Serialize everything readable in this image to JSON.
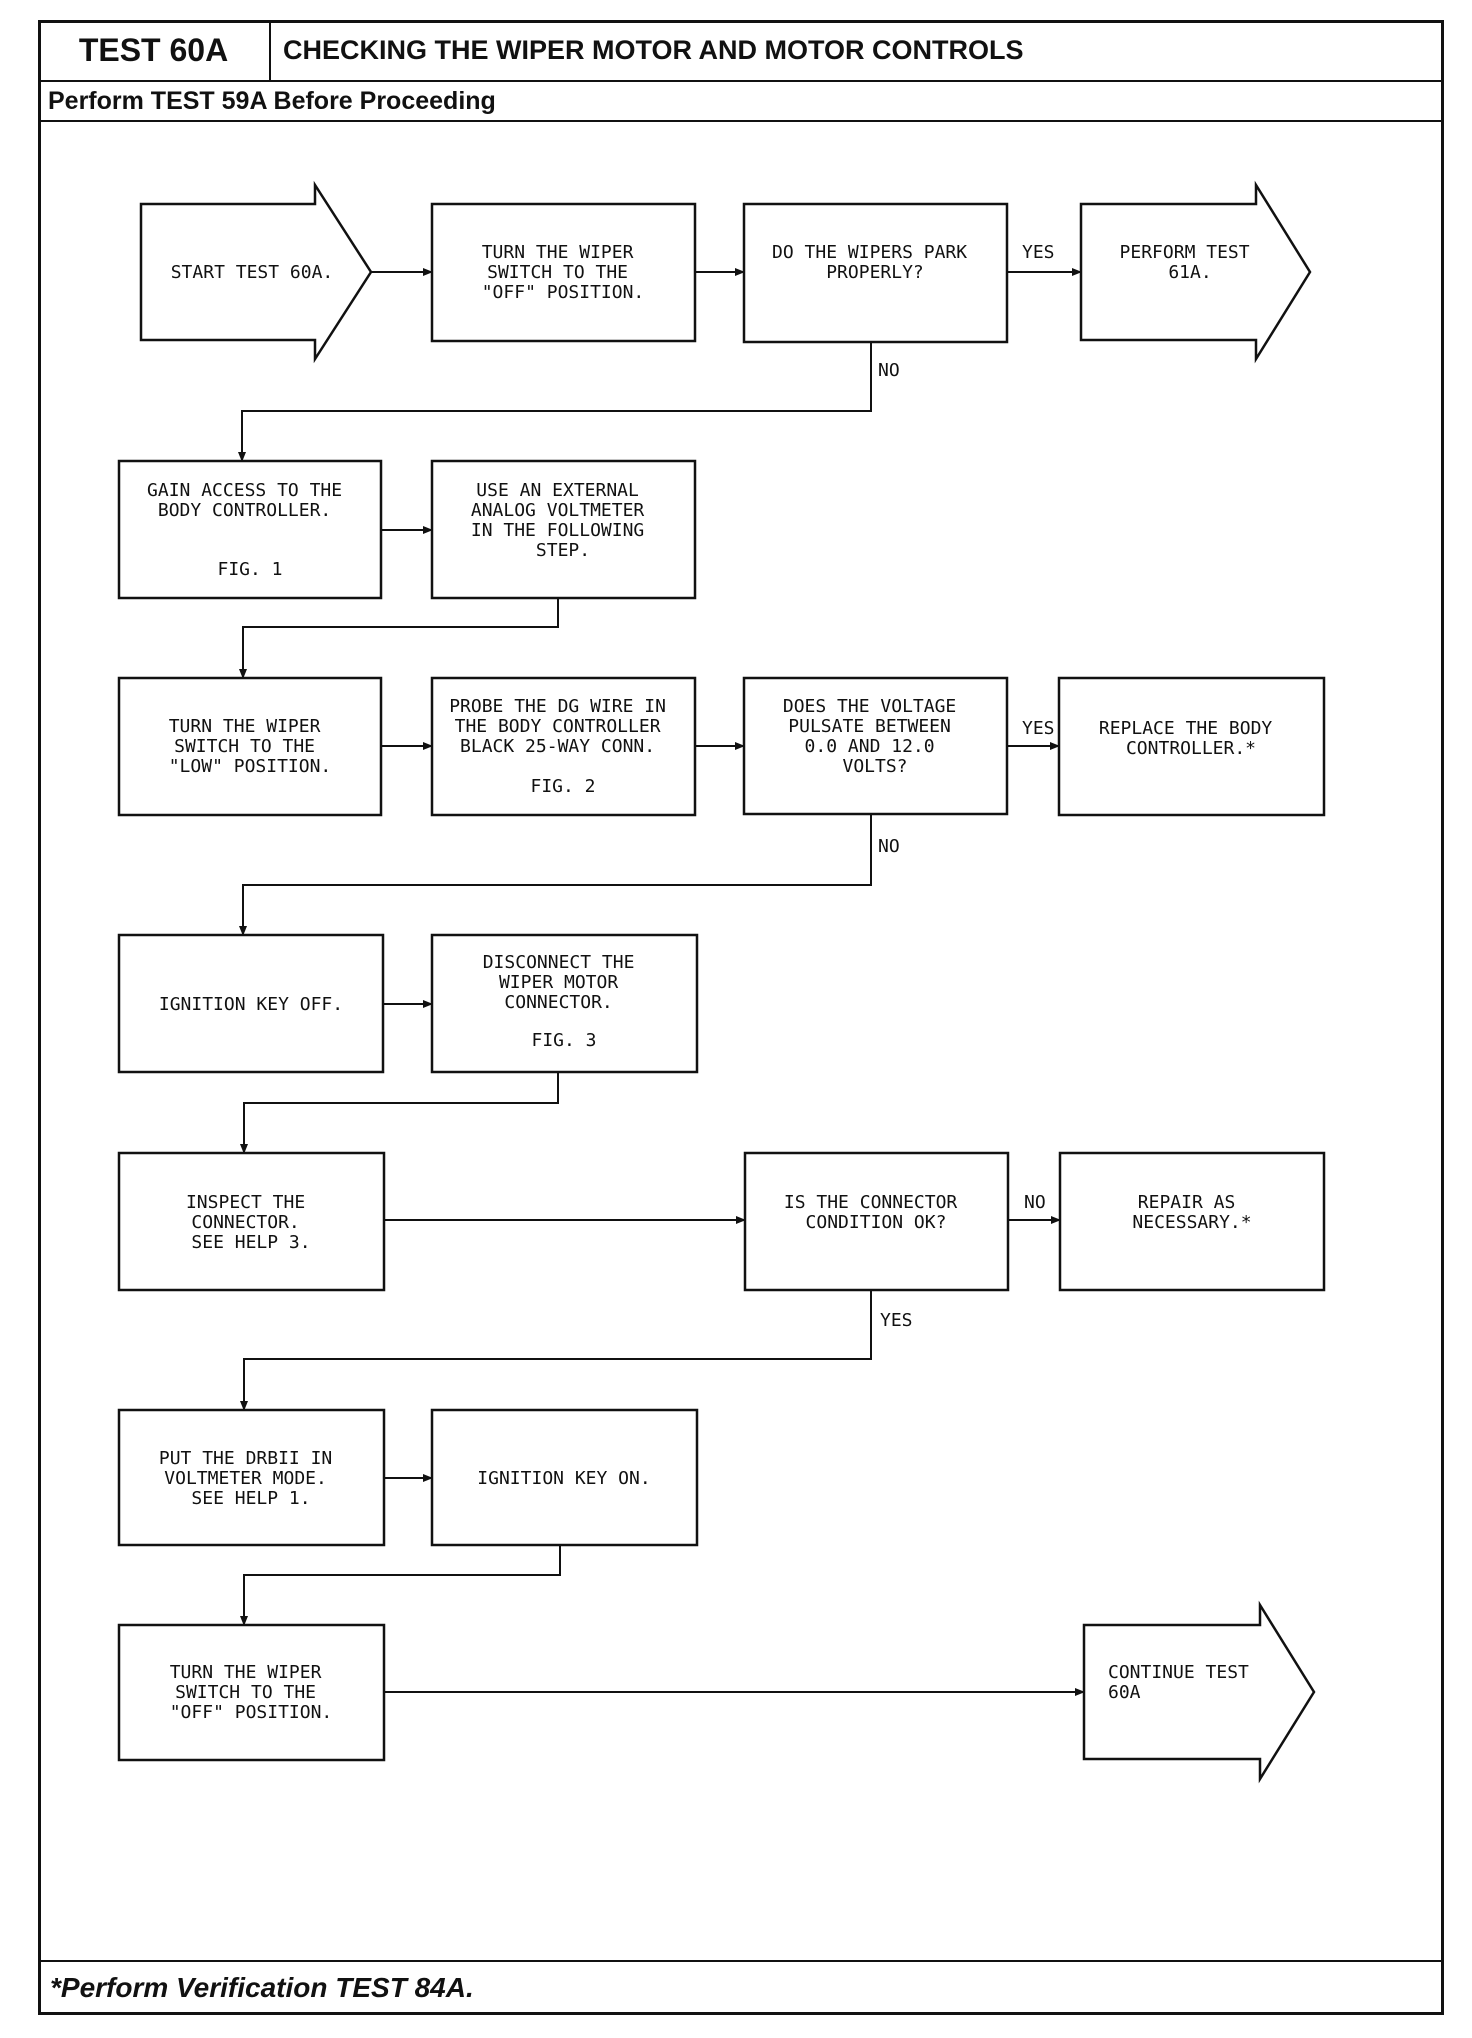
{
  "header": {
    "test_number": "TEST 60A",
    "title": "CHECKING THE WIPER MOTOR AND MOTOR CONTROLS",
    "prerequisite": "Perform TEST 59A Before Proceeding"
  },
  "footer": {
    "note": "*Perform Verification TEST 84A."
  },
  "flowchart": {
    "start": [
      "START TEST 60A."
    ],
    "turn_off": [
      "TURN THE WIPER",
      "SWITCH TO THE",
      "\"OFF\" POSITION."
    ],
    "park_q": [
      "DO THE WIPERS PARK",
      "PROPERLY?"
    ],
    "perform_61a": [
      "PERFORM TEST",
      "61A."
    ],
    "gain_access": [
      "GAIN ACCESS TO THE",
      "BODY CONTROLLER.",
      "",
      "FIG. 1"
    ],
    "use_voltmeter": [
      "USE AN EXTERNAL",
      "ANALOG VOLTMETER",
      "IN THE FOLLOWING",
      "STEP."
    ],
    "turn_low": [
      "TURN THE WIPER",
      "SWITCH TO THE",
      "\"LOW\" POSITION."
    ],
    "probe_dg": [
      "PROBE THE DG WIRE IN",
      "THE BODY CONTROLLER",
      "BLACK 25-WAY CONN.",
      "",
      "FIG. 2"
    ],
    "pulsate_q": [
      "DOES THE VOLTAGE",
      "PULSATE BETWEEN",
      "0.0 AND 12.0",
      "VOLTS?"
    ],
    "replace_bc": [
      "REPLACE THE BODY",
      "CONTROLLER.*"
    ],
    "ign_off": [
      "IGNITION KEY OFF."
    ],
    "disconnect": [
      "DISCONNECT THE",
      "WIPER MOTOR",
      "CONNECTOR.",
      "",
      "FIG. 3"
    ],
    "inspect": [
      "INSPECT THE",
      "CONNECTOR.",
      "SEE HELP 3."
    ],
    "conn_ok_q": [
      "IS THE CONNECTOR",
      "CONDITION OK?"
    ],
    "repair": [
      "REPAIR AS",
      "NECESSARY.*"
    ],
    "drbii": [
      "PUT THE DRBII IN",
      "VOLTMETER MODE.",
      "SEE HELP 1."
    ],
    "ign_on": [
      "IGNITION KEY ON."
    ],
    "turn_off_2": [
      "TURN THE WIPER",
      "SWITCH TO THE",
      "\"OFF\" POSITION."
    ],
    "continue": [
      "CONTINUE TEST",
      "60A"
    ],
    "labels": {
      "yes1": "YES",
      "no1": "NO",
      "yes2": "YES",
      "no2": "NO",
      "no3": "NO",
      "yes3": "YES"
    }
  }
}
